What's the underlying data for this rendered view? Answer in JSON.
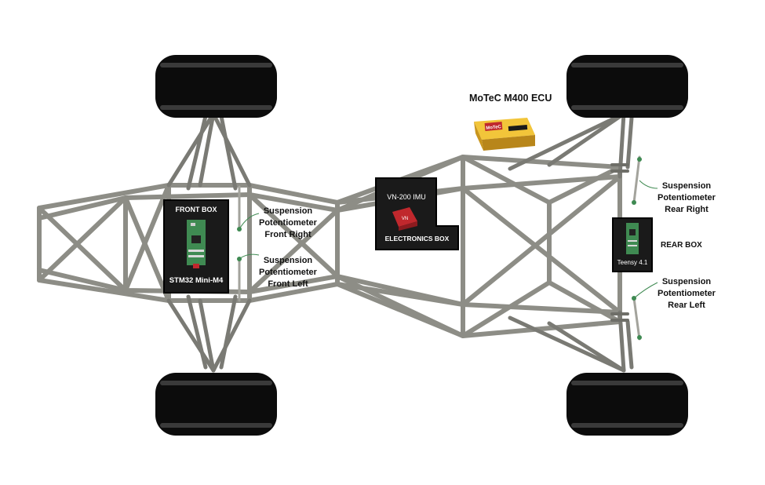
{
  "diagram": {
    "ecu_label": "MoTeC M400 ECU",
    "ecu_brand": "MoTeC",
    "front_box": {
      "title": "FRONT BOX",
      "board": "STM32 Mini-M4"
    },
    "electronics_box": {
      "title": "ELECTRONICS BOX",
      "imu": "VN-200 IMU"
    },
    "rear_box": {
      "board": "Teensy 4.1",
      "label": "REAR BOX"
    },
    "suspension": {
      "front_right": [
        "Suspension",
        "Potentiometer",
        "Front Right"
      ],
      "front_left": [
        "Suspension",
        "Potentiometer",
        "Front Left"
      ],
      "rear_right": [
        "Suspension",
        "Potentiometer",
        "Rear Right"
      ],
      "rear_left": [
        "Suspension",
        "Potentiometer",
        "Rear Left"
      ]
    },
    "colors": {
      "frame": "#8d8d86",
      "frame_dark": "#6e6e68",
      "tire": "#0c0c0c",
      "box": "#1a1a1a",
      "ecu_gold": "#e5b321",
      "imu_red": "#c0282d",
      "board_green": "#3f8a52"
    }
  }
}
